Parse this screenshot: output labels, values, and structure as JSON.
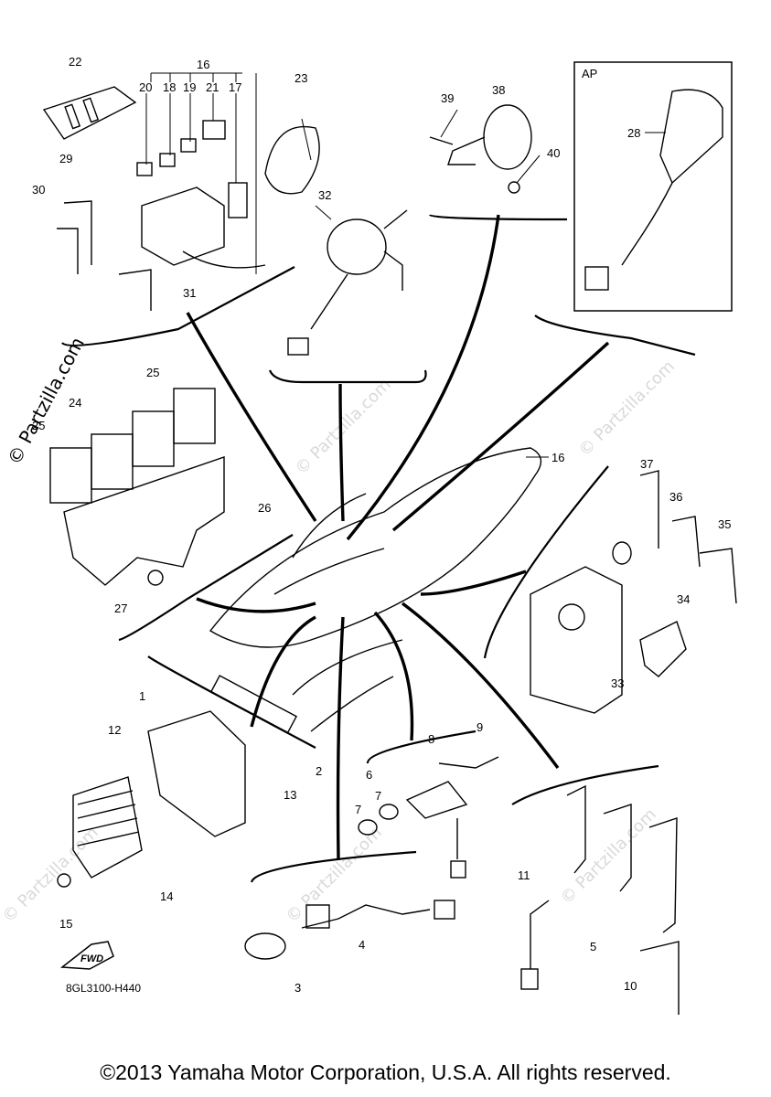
{
  "callouts": [
    "1",
    "2",
    "3",
    "4",
    "5",
    "6",
    "7",
    "7",
    "8",
    "9",
    "10",
    "11",
    "12",
    "13",
    "14",
    "15",
    "16",
    "16",
    "17",
    "18",
    "19",
    "20",
    "21",
    "22",
    "23",
    "24",
    "25",
    "25",
    "26",
    "27",
    "28",
    "29",
    "30",
    "31",
    "32",
    "33",
    "34",
    "35",
    "36",
    "37",
    "38",
    "39",
    "40"
  ],
  "inset_label": "AP",
  "fwd_label": "FWD",
  "diagram_code": "8GL3100-H440",
  "watermark": "© Partzilla.com",
  "copyright": "©2013 Yamaha Motor Corporation, U.S.A. All rights reserved."
}
